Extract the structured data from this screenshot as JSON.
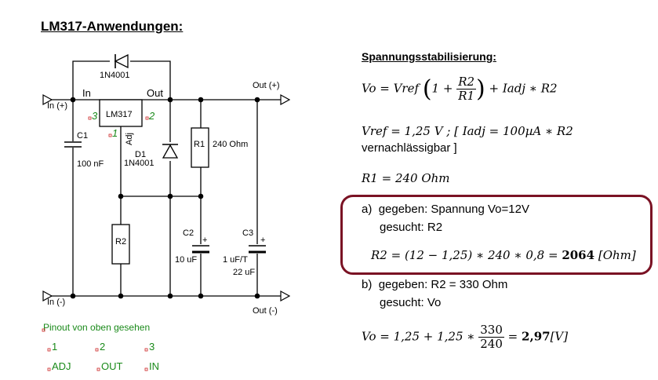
{
  "title": "LM317-Anwendungen:",
  "circuit": {
    "in_plus": "In (+)",
    "in_minus": "In (-)",
    "out_plus": "Out (+)",
    "out_minus": "Out (-)",
    "diode_top": "1N4001",
    "ic_name": "LM317",
    "ic_in": "In",
    "ic_out": "Out",
    "ic_adj": "Adj",
    "pin_in": "3",
    "pin_out": "2",
    "pin_adj": "1",
    "c1_name": "C1",
    "c1_value": "100 nF",
    "d1_name": "D1",
    "d1_type": "1N4001",
    "r1_name": "R1",
    "r1_value": "240 Ohm",
    "r2_name": "R2",
    "c2_name": "C2",
    "c2_value": "10 uF",
    "c3_name": "C3",
    "c3_value1": "1 uF/T",
    "c3_value2": "22 uF",
    "plus": "+"
  },
  "pinout": {
    "title": "Pinout von oben gesehen",
    "pins": [
      {
        "num": "1",
        "name": "ADJ"
      },
      {
        "num": "2",
        "name": "OUT"
      },
      {
        "num": "3",
        "name": "IN"
      }
    ]
  },
  "formulas": {
    "section_title": "Spannungsstabilisierung:",
    "f1_lhs": "Vo = Vref",
    "f1_open": "1 +",
    "f1_num": "R2",
    "f1_den": "R1",
    "f1_rest": "+ Iadj ∗ R2",
    "f2_main": "Vref = 1,25 V",
    "f2_note": " ; [ Iadj = 100µA ∗ R2",
    "f2_cont": "vernachlässigbar ]",
    "f3": "R1 = 240 Ohm",
    "a_label": "a)",
    "a_given": "gegeben: Spannung Vo=12V",
    "a_sought": "gesucht: R2",
    "a_formula": "R2 = (12 − 1,25) ∗ 240 ∗ 0,8 =",
    "a_result": "2064",
    "a_unit": "[Ohm]",
    "b_label": "b)",
    "b_given": "gegeben: R2 = 330 Ohm",
    "b_sought": "gesucht: Vo",
    "b_lhs": "Vo = 1,25 + 1,25 ∗",
    "b_num": "330",
    "b_den": "240",
    "b_eq": "=",
    "b_result": "2,97",
    "b_unit": "[V]"
  },
  "colors": {
    "pin_green": "#1a8a1a",
    "frame": "#7a1224"
  }
}
